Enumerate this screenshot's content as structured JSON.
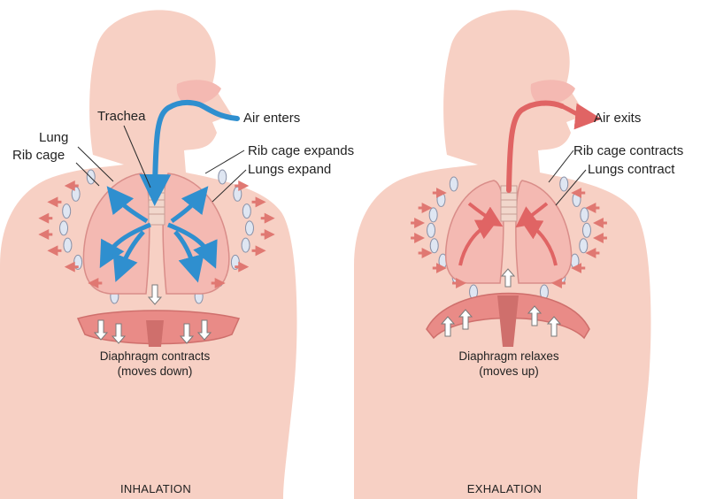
{
  "colors": {
    "body": "#f7d0c4",
    "body_outline": "#f2c1b2",
    "lung_fill": "#f4b9b2",
    "lung_stroke": "#d98d89",
    "muscle": "#e98b87",
    "muscle_dark": "#cf6f6c",
    "rib": "#dfe6f2",
    "rib_stroke": "#8a92a8",
    "inhale_air": "#2f8fcf",
    "exhale_air": "#e06464",
    "pointer": "#2b2b2b"
  },
  "inhalation": {
    "title": "INHALATION",
    "labels": {
      "trachea": "Trachea",
      "lung": "Lung",
      "rib_cage": "Rib cage",
      "air": "Air enters",
      "rib_motion": "Rib cage expands",
      "lung_motion": "Lungs expand"
    },
    "diaphragm_caption": [
      "Diaphragm contracts",
      "(moves down)"
    ]
  },
  "exhalation": {
    "title": "EXHALATION",
    "labels": {
      "air": "Air exits",
      "rib_motion": "Rib cage contracts",
      "lung_motion": "Lungs contract"
    },
    "diaphragm_caption": [
      "Diaphragm relaxes",
      "(moves up)"
    ]
  }
}
